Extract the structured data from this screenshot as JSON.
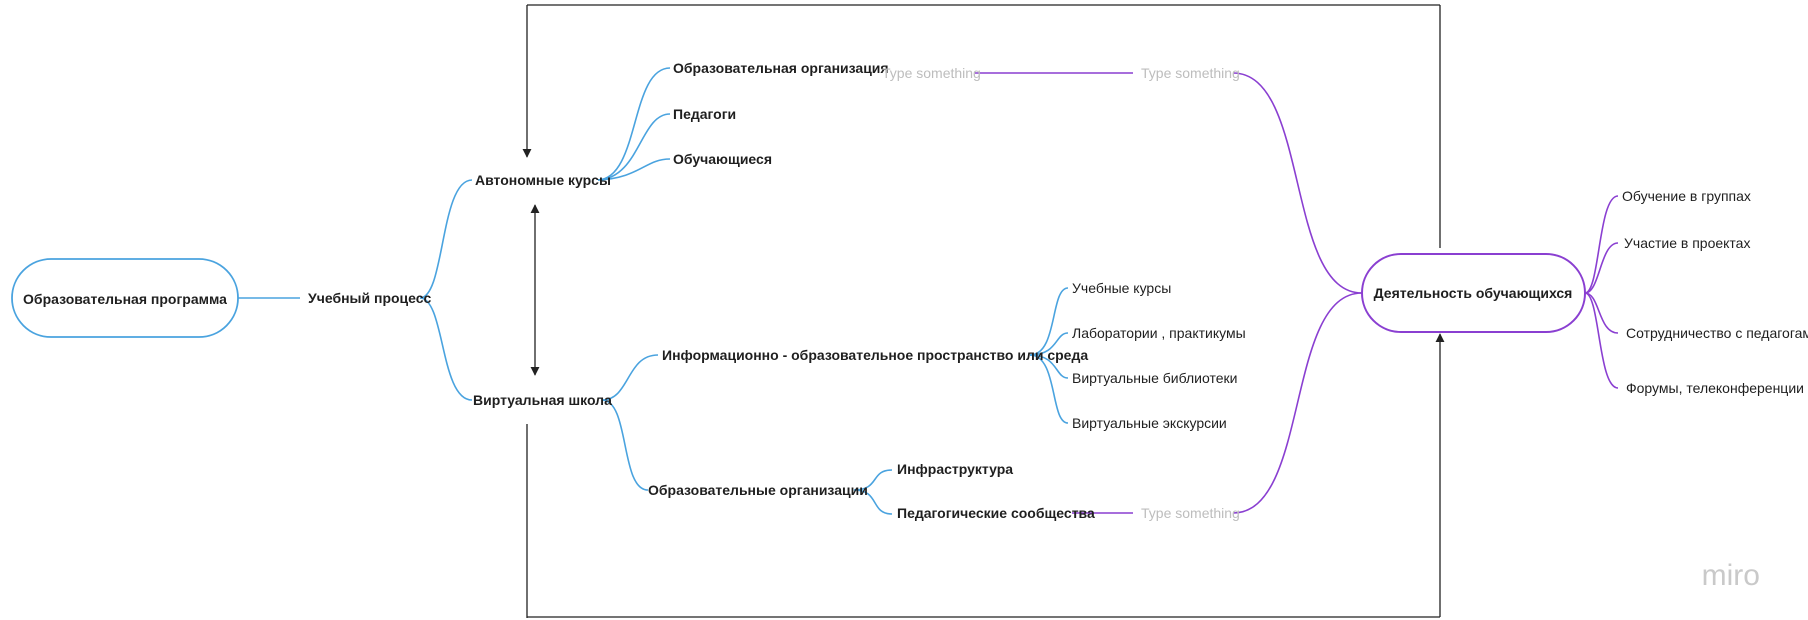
{
  "mindmap": {
    "root": "Образовательная программа",
    "process": "Учебный процесс",
    "autonomous": {
      "label": "Автономные курсы",
      "children": [
        "Образовательная организация",
        "Педагоги",
        "Обучающиеся"
      ]
    },
    "virtual_school": {
      "label": "Виртуальная школа",
      "info_space": {
        "label": "Информационно - образовательное пространство или среда",
        "children": [
          "Учебные курсы",
          "Лаборатории , практикумы",
          "Виртуальные библиотеки",
          "Виртуальные экскурсии"
        ]
      },
      "orgs": {
        "label": "Образовательные организации",
        "children": [
          "Инфраструктура",
          "Педагогические сообщества"
        ]
      }
    },
    "placeholders": [
      "Type something",
      "Type something",
      "Type something"
    ],
    "activity": {
      "label": "Деятельность обучающихся",
      "children": [
        "Обучение в группах",
        "Участие в проектах",
        "Сотрудничество с педагогами",
        "Форумы, телеконференции"
      ]
    }
  },
  "watermark": "miro",
  "colors": {
    "branch_blue": "#4aa3df",
    "branch_purple": "#8a3fd1",
    "frame": "#222222"
  }
}
